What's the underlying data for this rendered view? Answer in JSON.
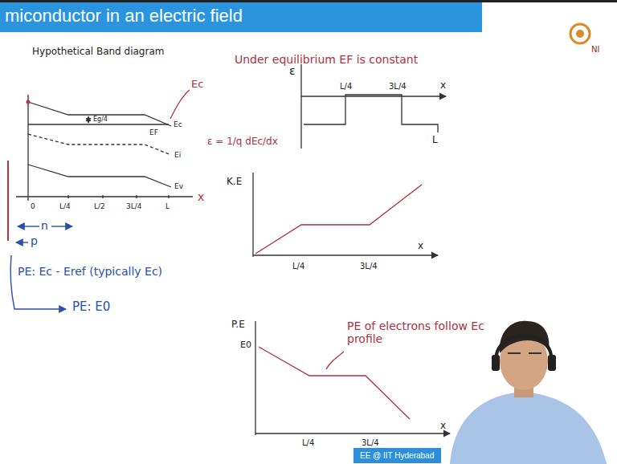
{
  "diagram": {
    "title": "miconductor in an electric field",
    "nodes": [
      {
        "text": [
          "EE @ IIT Hyderabad"
        ]
      }
    ],
    "labels": [
      "Hypothetical Band diagram",
      "Ec",
      "Eg/4",
      "Ec",
      "EF",
      "Ei",
      "Ev",
      "0",
      "L/4",
      "L/2",
      "3L/4",
      "L",
      "x",
      "n",
      "p",
      "PE: Ec - Eref (typically Ec)",
      "PE: E0",
      "Under equilibrium EF is constant",
      "ε = 1/q dEc/dx",
      "ε",
      "L/4",
      "3L/4",
      "x",
      "L",
      "K.E",
      "L/4",
      "3L/4",
      "x",
      "P.E",
      "E0",
      "PE of electrons follow Ec profile",
      "L/4",
      "3L/4",
      "x",
      "NI"
    ]
  }
}
